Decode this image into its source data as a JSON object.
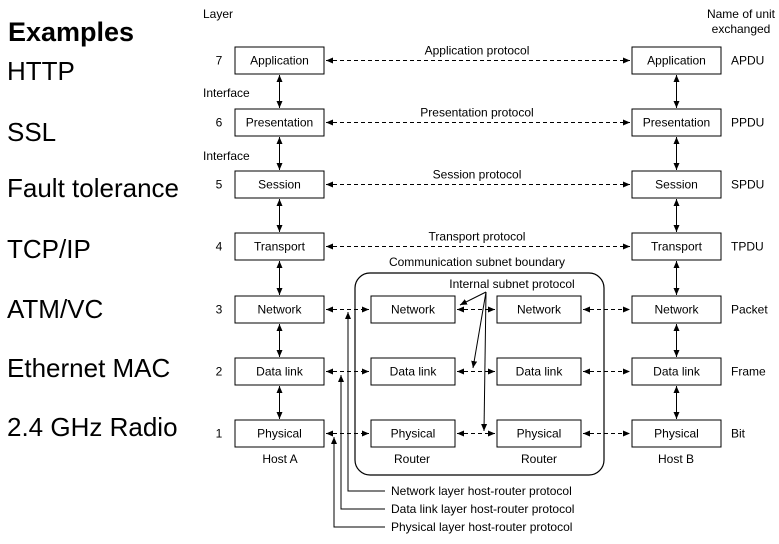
{
  "examples": {
    "heading": "Examples",
    "items": [
      "HTTP",
      "SSL",
      "Fault tolerance",
      "TCP/IP",
      "ATM/VC",
      "Ethernet MAC",
      "2.4 GHz Radio"
    ]
  },
  "header": {
    "layer": "Layer",
    "unit_line1": "Name of unit",
    "unit_line2": "exchanged"
  },
  "layers": [
    {
      "num": "7",
      "name": "Application",
      "protocol": "Application protocol",
      "unit": "APDU"
    },
    {
      "num": "6",
      "name": "Presentation",
      "protocol": "Presentation protocol",
      "unit": "PPDU"
    },
    {
      "num": "5",
      "name": "Session",
      "protocol": "Session protocol",
      "unit": "SPDU"
    },
    {
      "num": "4",
      "name": "Transport",
      "protocol": "Transport protocol",
      "unit": "TPDU"
    },
    {
      "num": "3",
      "name": "Network",
      "protocol": "",
      "unit": "Packet"
    },
    {
      "num": "2",
      "name": "Data link",
      "protocol": "",
      "unit": "Frame"
    },
    {
      "num": "1",
      "name": "Physical",
      "protocol": "",
      "unit": "Bit"
    }
  ],
  "interface_label": "Interface",
  "hosts": {
    "a": "Host A",
    "b": "Host B"
  },
  "router_label": "Router",
  "subnet": {
    "boundary": "Communication subnet boundary",
    "internal": "Internal subnet protocol"
  },
  "router_layers": [
    "Network",
    "Data link",
    "Physical"
  ],
  "host_router_protocols": [
    "Network layer host-router protocol",
    "Data link layer host-router protocol",
    "Physical layer host-router protocol"
  ]
}
